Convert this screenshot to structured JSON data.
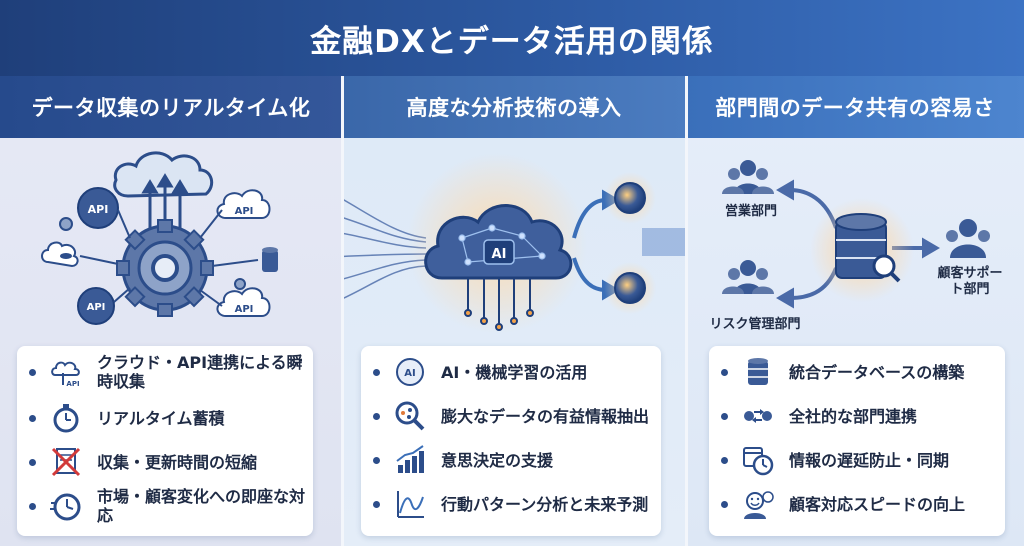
{
  "title": "金融DXとデータ活用の関係",
  "columns": [
    {
      "heading": "データ収集のリアルタイム化",
      "illustration": {
        "api_labels": [
          "API",
          "API",
          "API",
          "API"
        ]
      },
      "items": [
        {
          "icon": "cloud-api-icon",
          "icon_label": "API",
          "text": "クラウド・API連携による瞬時収集"
        },
        {
          "icon": "stopwatch-icon",
          "text": "リアルタイム蓄積"
        },
        {
          "icon": "crossed-document-icon",
          "text": "収集・更新時間の短縮"
        },
        {
          "icon": "clock-gear-icon",
          "text": "市場・顧客変化への即座な対応"
        }
      ]
    },
    {
      "heading": "高度な分析技術の導入",
      "illustration": {
        "ai_label": "AI"
      },
      "items": [
        {
          "icon": "ai-brain-icon",
          "icon_label": "AI",
          "text": "AI・機械学習の活用"
        },
        {
          "icon": "magnifier-network-icon",
          "text": "膨大なデータの有益情報抽出"
        },
        {
          "icon": "growth-chart-icon",
          "text": "意思決定の支援"
        },
        {
          "icon": "trend-line-icon",
          "text": "行動パターン分析と未来予測"
        }
      ]
    },
    {
      "heading": "部門間のデータ共有の容易さ",
      "illustration": {
        "departments": [
          "営業部門",
          "リスク管理部門",
          "顧客サポート部門"
        ]
      },
      "items": [
        {
          "icon": "database-icon",
          "text": "統合データベースの構築"
        },
        {
          "icon": "sync-people-icon",
          "text": "全社的な部門連携"
        },
        {
          "icon": "clock-calendar-icon",
          "text": "情報の遅延防止・同期"
        },
        {
          "icon": "smiling-customer-icon",
          "text": "顧客対応スピードの向上"
        }
      ]
    }
  ],
  "colors": {
    "title_bg": "#2d5aa3",
    "dark_navy": "#1f3f7a",
    "accent_blue": "#3b6fb8",
    "glow_orange": "#f3a24a",
    "text_dark": "#1f2b45"
  }
}
